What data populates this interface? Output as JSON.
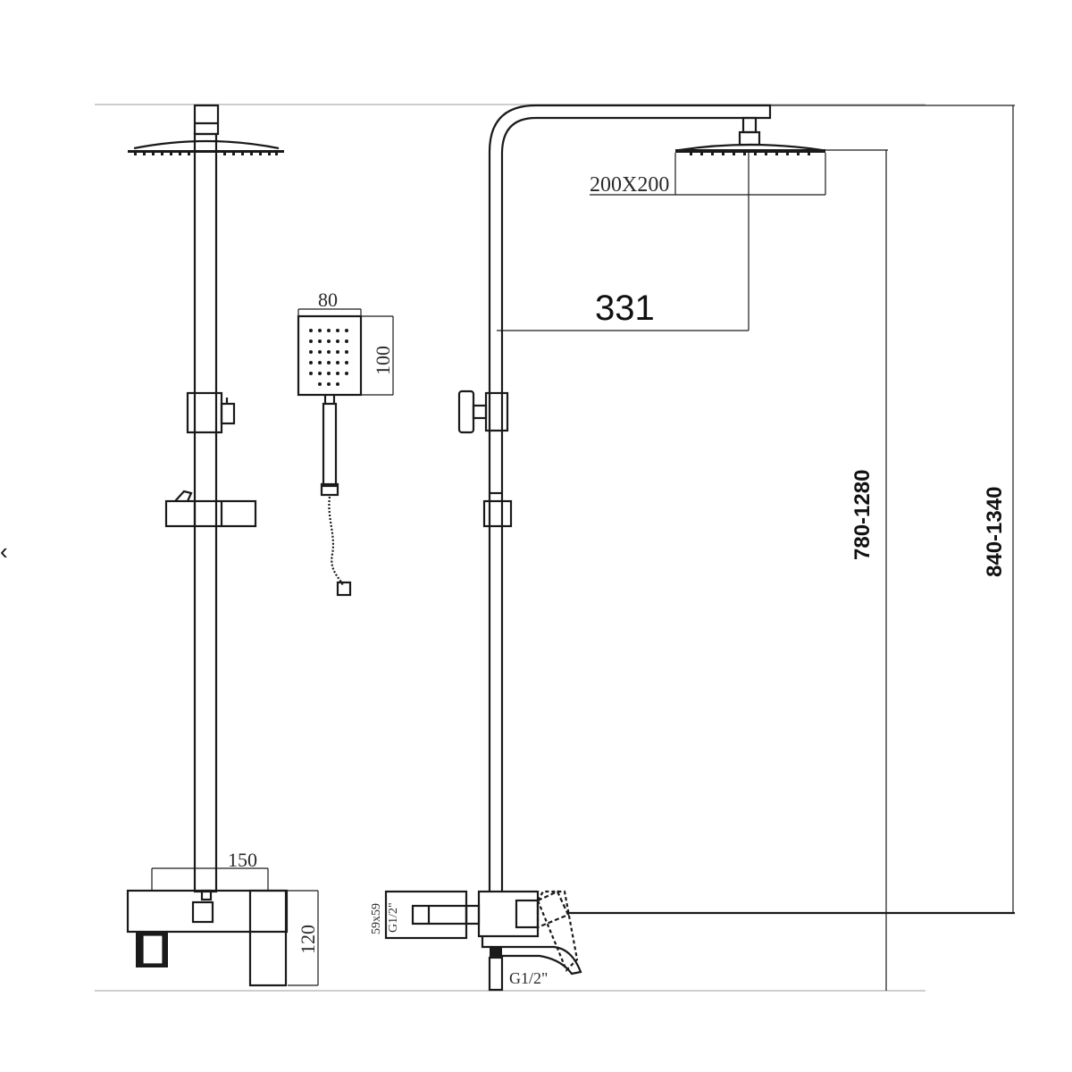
{
  "nav": {
    "left_arrow": "‹"
  },
  "front_view": {
    "dim_width": "150",
    "dim_height": "120"
  },
  "hand_shower": {
    "dim_width": "80",
    "dim_height": "100"
  },
  "side_view": {
    "head_size": "200X200",
    "arm_reach": "331",
    "head_height_range": "780-1280",
    "overall_height_range": "840-1340",
    "wall_plate_size": "59x59",
    "inlet_thread": "G1/2\"",
    "outlet_thread": "G1/2\""
  }
}
